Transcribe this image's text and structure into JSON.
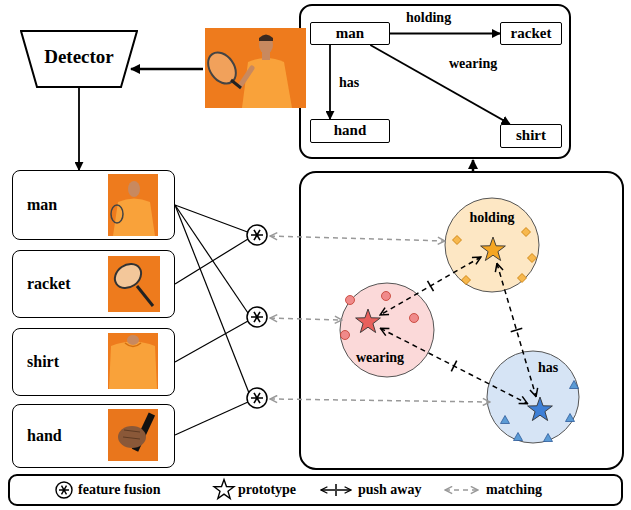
{
  "diagram": {
    "nodes": [
      {
        "text": [
          "Detector"
        ]
      },
      {
        "text": [
          "man"
        ]
      },
      {
        "text": [
          "racket"
        ]
      },
      {
        "text": [
          "hand"
        ]
      },
      {
        "text": [
          "shirt"
        ]
      },
      {
        "text": [
          "man"
        ]
      },
      {
        "text": [
          "racket"
        ]
      },
      {
        "text": [
          "shirt"
        ]
      },
      {
        "text": [
          "hand"
        ]
      },
      {
        "text": [
          "holding"
        ]
      },
      {
        "text": [
          "wearing"
        ]
      },
      {
        "text": [
          "has"
        ]
      }
    ],
    "edges": [
      {
        "from": 1,
        "to": 2,
        "arrow": "to",
        "label": "holding"
      },
      {
        "from": 1,
        "to": 3,
        "arrow": "to",
        "label": "has"
      },
      {
        "from": 1,
        "to": 4,
        "arrow": "to",
        "label": "wearing"
      },
      {
        "from": 0,
        "to": 5,
        "arrow": "to"
      },
      {
        "from": 9,
        "to": 10,
        "arrow": "both"
      },
      {
        "from": 9,
        "to": 11,
        "arrow": "both"
      },
      {
        "from": 10,
        "to": 11,
        "arrow": "both"
      }
    ],
    "legend": [
      {
        "text": "feature fusion"
      },
      {
        "text": "prototype"
      },
      {
        "text": "push away"
      },
      {
        "text": "matching"
      }
    ]
  }
}
